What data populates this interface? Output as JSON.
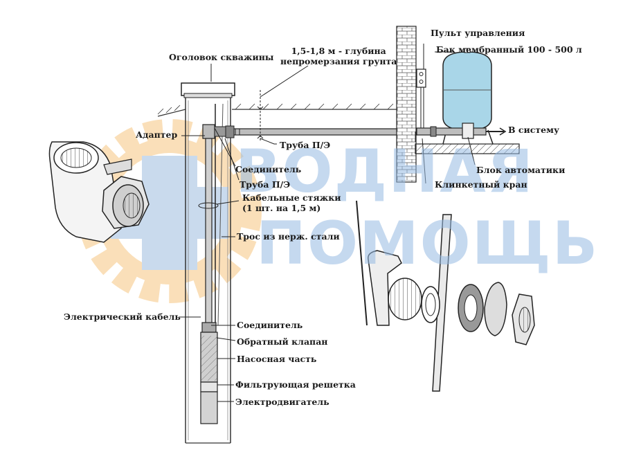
{
  "labels": {
    "wellhead": "Оголовок скважины",
    "depth": "1,5-1,8 м - глубина\nнепромерзания грунта",
    "control_panel": "Пульт управления",
    "tank": "Бак мембранный 100 - 500 л",
    "to_system": "В систему",
    "adapter": "Адаптер",
    "pipe_pe_horizontal": "Труба П/Э",
    "connector_top": "Соединитель",
    "automation_block": "Блок автоматики",
    "pipe_pe_vertical": "Труба П/Э",
    "gate_valve": "Клинкетный кран",
    "cable_ties": "Кабельные стяжки\n(1 шт. на 1,5 м)",
    "steel_rope": "Трос из нерж. стали",
    "electric_cable": "Электрический кабель",
    "connector_bottom": "Соединитель",
    "check_valve": "Обратный клапан",
    "pump_part": "Насосная часть",
    "filter_grid": "Фильтрующая решетка",
    "motor": "Электродвигатель"
  },
  "watermark": {
    "line1": "ВОДНАЯ",
    "line2": "ПОМОЩЬ"
  },
  "colors": {
    "tank_fill": "#a9d6e8",
    "line": "#2a2a2a",
    "watermark_blue": "#9dbde0",
    "watermark_orange": "#f6c680"
  }
}
